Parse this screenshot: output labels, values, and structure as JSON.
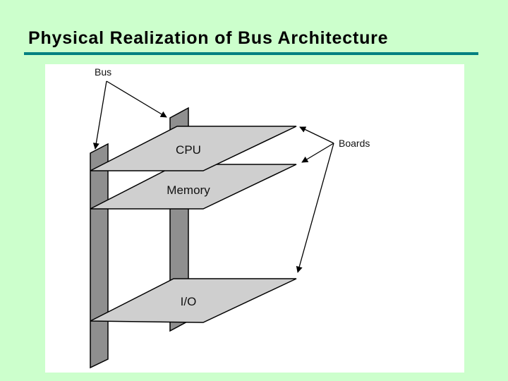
{
  "slide": {
    "title": "Physical Realization of Bus Architecture",
    "background": "#ccffcc",
    "rule_color": "#008080"
  },
  "diagram": {
    "labels": {
      "bus": "Bus",
      "boards": "Boards"
    },
    "boards": [
      {
        "id": "cpu",
        "label": "CPU"
      },
      {
        "id": "memory",
        "label": "Memory"
      },
      {
        "id": "io",
        "label": "I/O"
      }
    ],
    "colors": {
      "bus_post": "#8f8f8f",
      "board": "#cfcfcf",
      "stroke": "#000000"
    }
  }
}
